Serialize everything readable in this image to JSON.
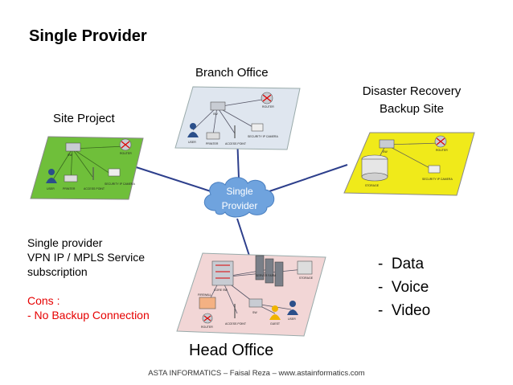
{
  "title": "Single Provider",
  "sites": {
    "branch": "Branch Office",
    "dr_line1": "Disaster Recovery",
    "dr_line2": "Backup Site",
    "site_project": "Site Project",
    "head_office": "Head Office"
  },
  "cloud": {
    "line1": "Single",
    "line2": "Provider"
  },
  "notes": {
    "line1": "Single provider",
    "line2": "VPN IP / MPLS Service",
    "line3": "subscription",
    "cons_title": "Cons :",
    "cons_item": "- No Backup Connection"
  },
  "services": [
    "Data",
    "Voice",
    "Video"
  ],
  "device_labels": {
    "sw": "SW",
    "router": "ROUTER",
    "user": "USER",
    "printer": "PRINTER",
    "access_point": "ACCESS POINT",
    "camera": "SECURITY IP CAMERA",
    "storage": "STORAGE",
    "core_sw": "CORE SW",
    "server_farm": "SERVER FARM",
    "firewall": "FIREWALL",
    "guest": "GUEST"
  },
  "colors": {
    "site_project": "#6fbf3a",
    "branch": "#dfe6ef",
    "dr": "#f0ea1a",
    "head_office": "#f2d6d6",
    "cloud": "#6fa3de",
    "cons": "#e60000"
  },
  "footer": "ASTA INFORMATICS – Faisal Reza – www.astainformatics.com"
}
